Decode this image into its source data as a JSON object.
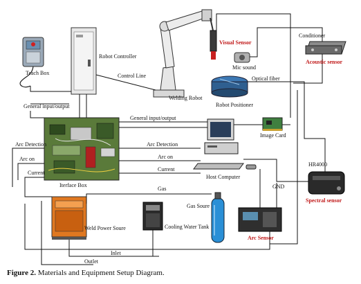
{
  "labels": {
    "teach_box": "Teach Box",
    "robot_controller": "Robot Controller",
    "control_line": "Control Line",
    "welding_robot": "Welding Robot",
    "visual_sensor": "Visual Sensor",
    "mic_sound": "Mic sound",
    "conditioner": "Conditioner",
    "acoustic_sensor": "Acoustic sensor",
    "optical_fiber": "Optical fiber",
    "robot_positioner": "Robot Positioner",
    "general_io_left": "General input/output",
    "general_io_right": "General input/output",
    "image_card": "Image Card",
    "arc_detection_left": "Arc Detection",
    "arc_detection_right": "Arc Detection",
    "arc_on_left": "Arc on",
    "arc_on_right": "Arc on",
    "current_left": "Current",
    "current_right": "Current",
    "hr4000": "HR4000",
    "interface_box": "Iterface Box",
    "host_computer": "Host Computer",
    "spectral_sensor": "Spectral sensor",
    "gas": "Gas",
    "gnd": "GND",
    "gas_source": "Gas Soure",
    "weld_power_source": "Weld Power Soure",
    "cooling_water_tank": "Cooling Water Tank",
    "arc_sensor": "Arc Sensor",
    "inlet": "Inlet",
    "outlet": "Outlet"
  },
  "caption": {
    "prefix": "Figure 2.",
    "text": "Materials and Equipment Setup Diagram."
  },
  "colors": {
    "red_label": "#c01818",
    "wire": "#111111",
    "power_source": "#e07820",
    "gas_cylinder": "#2a8fd6",
    "interface_board": "#5a7a3a"
  }
}
